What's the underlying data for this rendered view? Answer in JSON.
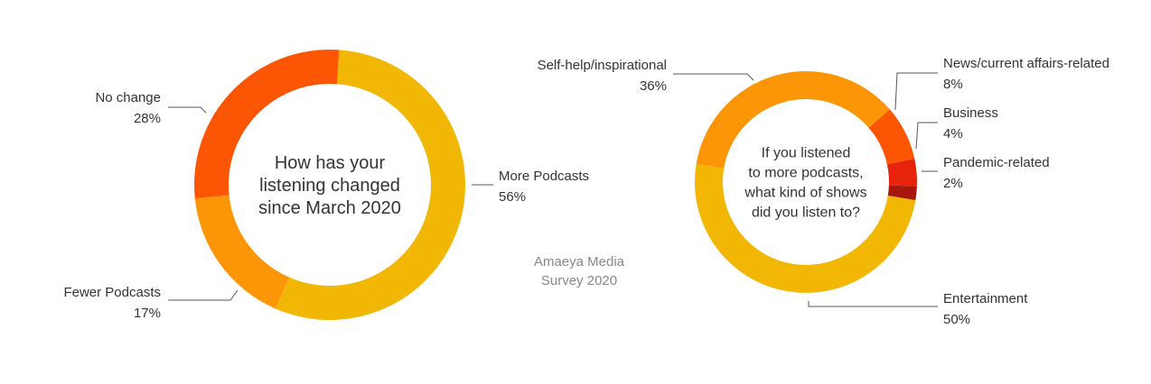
{
  "chart_data": [
    {
      "type": "pie",
      "donut": true,
      "center_text": [
        "How has your",
        "listening changed",
        "since March 2020"
      ],
      "slices": [
        {
          "label": "More Podcasts",
          "value": 56,
          "value_label": "56%",
          "color": "#F2B705"
        },
        {
          "label": "Fewer Podcasts",
          "value": 17,
          "value_label": "17%",
          "color": "#FC9607"
        },
        {
          "label": "No change",
          "value": 28,
          "value_label": "28%",
          "color": "#FC5605"
        }
      ]
    },
    {
      "type": "pie",
      "donut": true,
      "center_text": [
        "If you listened",
        "to more podcasts,",
        "what kind of shows",
        "did you listen to?"
      ],
      "slices": [
        {
          "label": "News/current affairs-related",
          "value": 8,
          "value_label": "8%",
          "color": "#FC5605"
        },
        {
          "label": "Business",
          "value": 4,
          "value_label": "4%",
          "color": "#E8230B"
        },
        {
          "label": "Pandemic-related",
          "value": 2,
          "value_label": "2%",
          "color": "#A8170C"
        },
        {
          "label": "Entertainment",
          "value": 50,
          "value_label": "50%",
          "color": "#F2B705"
        },
        {
          "label": "Self-help/inspirational",
          "value": 36,
          "value_label": "36%",
          "color": "#FC9607"
        }
      ]
    }
  ],
  "credit": [
    "Amaeya Media",
    "Survey 2020"
  ]
}
